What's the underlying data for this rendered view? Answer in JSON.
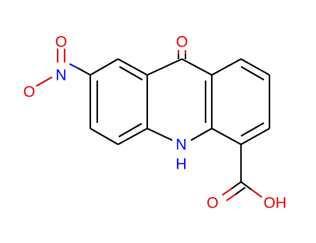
{
  "atoms": {
    "ketone_o": "O",
    "nitro_o_top": "O",
    "nitro_n": "N",
    "nitro_o_left": "O",
    "nh_n": "N",
    "nh_h": "H",
    "acid_o": "O",
    "acid_oh": "OH"
  },
  "colors": {
    "bond": "#000000",
    "oxygen": "#e60000",
    "nitrogen": "#0000ff"
  }
}
